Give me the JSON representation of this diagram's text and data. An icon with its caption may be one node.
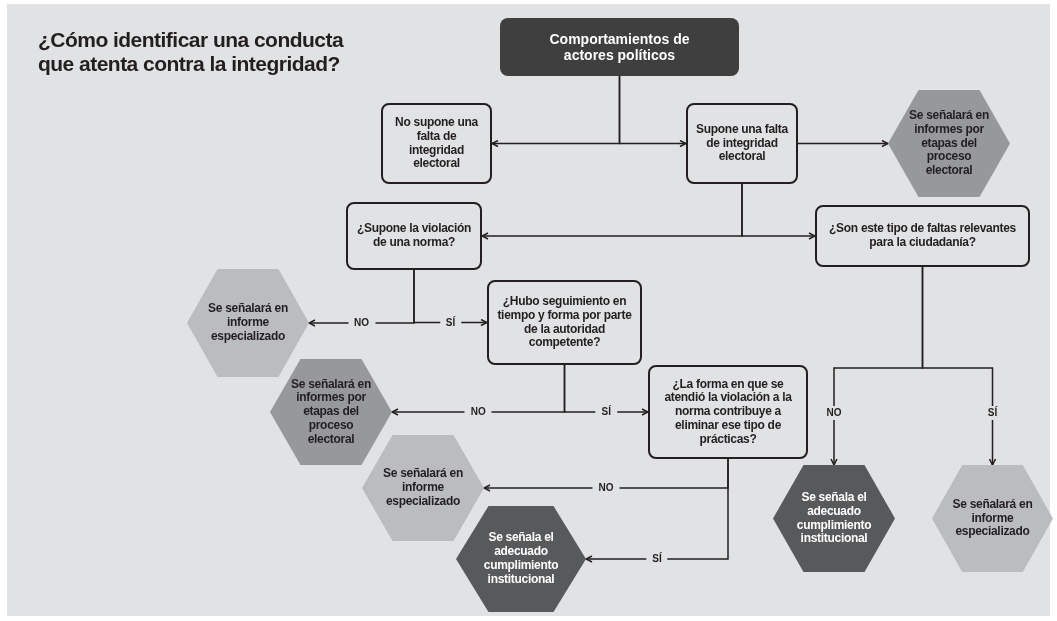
{
  "diagram": {
    "title": "¿Cómo identificar una conducta que atenta contra la integridad?",
    "nodes": [
      {
        "text": [
          "Comportamientos de actores políticos"
        ]
      },
      {
        "text": [
          "No supone una falta de integridad electoral"
        ]
      },
      {
        "text": [
          "Supone una falta de integridad electoral"
        ]
      },
      {
        "text": [
          "Se señalará en informes por etapas del proceso electoral"
        ]
      },
      {
        "text": [
          "¿Supone la violación de una norma?"
        ]
      },
      {
        "text": [
          "¿Son este tipo de faltas relevantes para la ciudadanía?"
        ]
      },
      {
        "text": [
          "Se señalará en informe especializado"
        ]
      },
      {
        "text": [
          "¿Hubo seguimiento en tiempo y forma por parte de la autoridad competente?"
        ]
      },
      {
        "text": [
          "Se señalará en informes por etapas del proceso electoral"
        ]
      },
      {
        "text": [
          "¿La forma en que se atendió la violación a la norma contribuye a eliminar ese tipo de prácticas?"
        ]
      },
      {
        "text": [
          "Se señalará en informe especializado"
        ]
      },
      {
        "text": [
          "Se señala el adecuado cumplimiento institucional"
        ]
      },
      {
        "text": [
          "Se señala el adecuado cumplimiento institucional"
        ]
      },
      {
        "text": [
          "Se señalará en informe especializado"
        ]
      }
    ],
    "edges": [
      {
        "from": 0,
        "to": 1,
        "arrow": "to"
      },
      {
        "from": 0,
        "to": 2,
        "arrow": "to"
      },
      {
        "from": 2,
        "to": 3,
        "arrow": "to"
      },
      {
        "from": 2,
        "to": 4,
        "arrow": "to"
      },
      {
        "from": 2,
        "to": 5,
        "arrow": "to"
      },
      {
        "from": 4,
        "to": 6,
        "arrow": "to",
        "label": "NO"
      },
      {
        "from": 4,
        "to": 7,
        "arrow": "to",
        "label": "SÍ"
      },
      {
        "from": 7,
        "to": 8,
        "arrow": "to",
        "label": "NO"
      },
      {
        "from": 7,
        "to": 9,
        "arrow": "to",
        "label": "SÍ"
      },
      {
        "from": 9,
        "to": 10,
        "arrow": "to",
        "label": "NO"
      },
      {
        "from": 9,
        "to": 11,
        "arrow": "to",
        "label": "SÍ"
      },
      {
        "from": 5,
        "to": 12,
        "arrow": "to",
        "label": "NO"
      },
      {
        "from": 5,
        "to": 13,
        "arrow": "to",
        "label": "SÍ"
      }
    ]
  }
}
